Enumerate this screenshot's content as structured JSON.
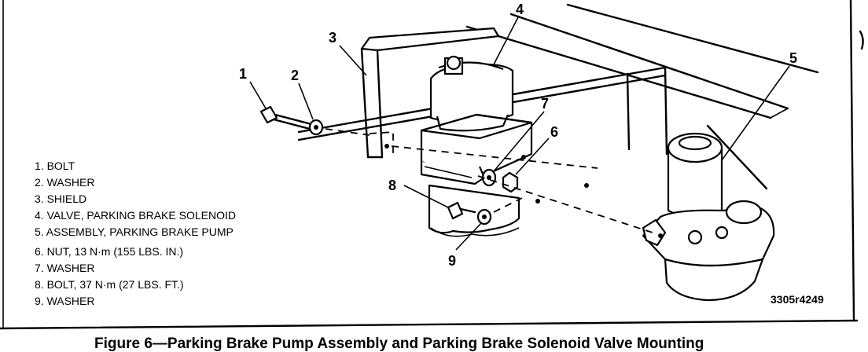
{
  "callouts": [
    "1",
    "2",
    "3",
    "4",
    "5",
    "6",
    "7",
    "8",
    "9"
  ],
  "legend": [
    "1. BOLT",
    "2. WASHER",
    "3. SHIELD",
    "4. VALVE, PARKING BRAKE SOLENOID",
    "5. ASSEMBLY, PARKING BRAKE PUMP",
    "6. NUT, 13 N·m (155 LBS. IN.)",
    "7. WASHER",
    "8. BOLT, 37 N·m (27 LBS. FT.)",
    "9. WASHER"
  ],
  "figure_number": "3305r4249",
  "caption": "Figure 6—Parking Brake Pump Assembly and Parking Brake Solenoid Valve Mounting"
}
